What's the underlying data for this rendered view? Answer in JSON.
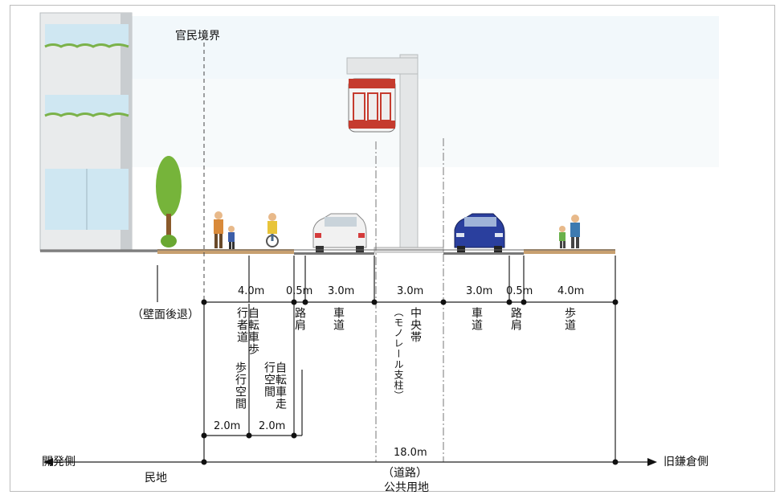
{
  "labels": {
    "boundary": "官民境界",
    "wall_setback": "（壁面後退）",
    "kaihatsu_side": "開発側",
    "kyu_kamakura_side": "旧鎌倉側",
    "private_land": "民地",
    "road": "（道路）",
    "public_land": "公共用地",
    "total_width": "18.0m"
  },
  "segments_left": [
    {
      "width": "4.0m",
      "name": "自転車歩行者道"
    },
    {
      "width": "0.5m",
      "name": "路肩"
    },
    {
      "width": "3.0m",
      "name": "車道"
    }
  ],
  "median": {
    "width": "3.0m",
    "name": "中央帯",
    "note": "（モノレール支柱）"
  },
  "segments_right": [
    {
      "width": "3.0m",
      "name": "車道"
    },
    {
      "width": "0.5m",
      "name": "路肩"
    },
    {
      "width": "4.0m",
      "name": "歩道"
    }
  ],
  "sub_left": [
    {
      "width": "2.0m",
      "name": "歩行空間"
    },
    {
      "width": "2.0m",
      "name": "自転車走行空間"
    }
  ]
}
